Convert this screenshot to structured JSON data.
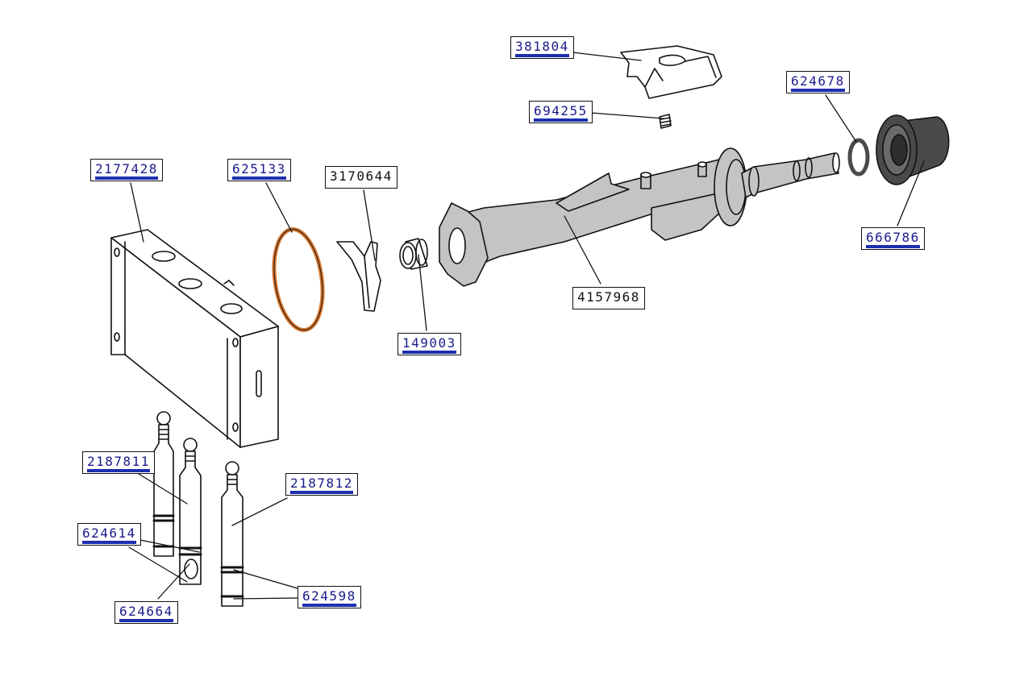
{
  "parts": [
    {
      "id": "l381804",
      "number": "381804",
      "linked": true
    },
    {
      "id": "l694255",
      "number": "694255",
      "linked": true
    },
    {
      "id": "l624678",
      "number": "624678",
      "linked": true
    },
    {
      "id": "l2177428",
      "number": "2177428",
      "linked": true
    },
    {
      "id": "l625133",
      "number": "625133",
      "linked": true
    },
    {
      "id": "l3170644",
      "number": "3170644",
      "linked": false
    },
    {
      "id": "l666786",
      "number": "666786",
      "linked": true
    },
    {
      "id": "l4157968",
      "number": "4157968",
      "linked": false
    },
    {
      "id": "l149003",
      "number": "149003",
      "linked": true
    },
    {
      "id": "l2187811",
      "number": "2187811",
      "linked": true
    },
    {
      "id": "l2187812",
      "number": "2187812",
      "linked": true
    },
    {
      "id": "l624614",
      "number": "624614",
      "linked": true
    },
    {
      "id": "l624598",
      "number": "624598",
      "linked": true
    },
    {
      "id": "l624664",
      "number": "624664",
      "linked": true
    }
  ],
  "colors": {
    "link_text": "#1a1a8c",
    "link_underline": "#1c2fb0",
    "oring": "#d9782f",
    "shaft_fill": "#c4c4c4",
    "cap_fill": "#4a4a4a"
  }
}
